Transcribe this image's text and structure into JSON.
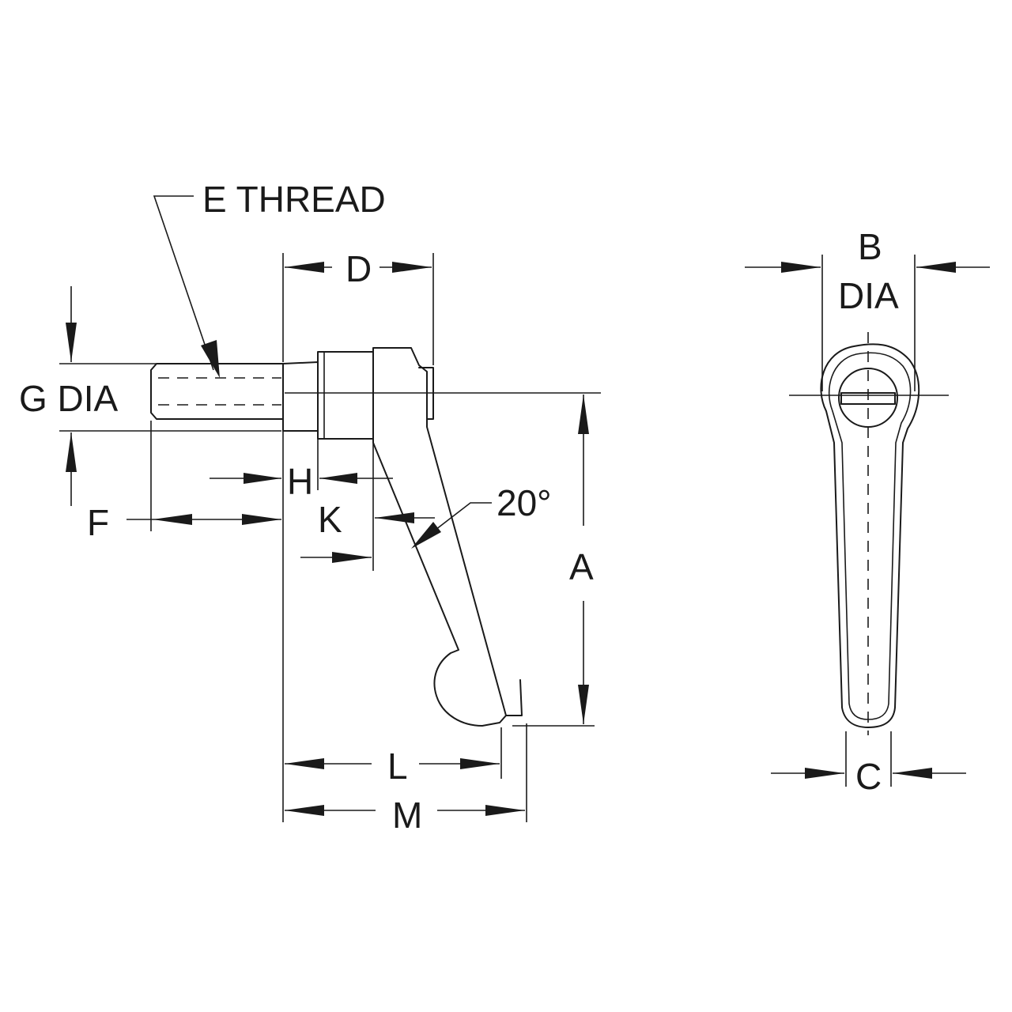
{
  "labels": {
    "e_thread": "E THREAD",
    "d": "D",
    "g_dia": "G DIA",
    "h": "H",
    "k": "K",
    "f": "F",
    "angle": "20°",
    "a": "A",
    "l": "L",
    "m": "M",
    "b": "B",
    "b_dia": "DIA",
    "c": "C"
  }
}
